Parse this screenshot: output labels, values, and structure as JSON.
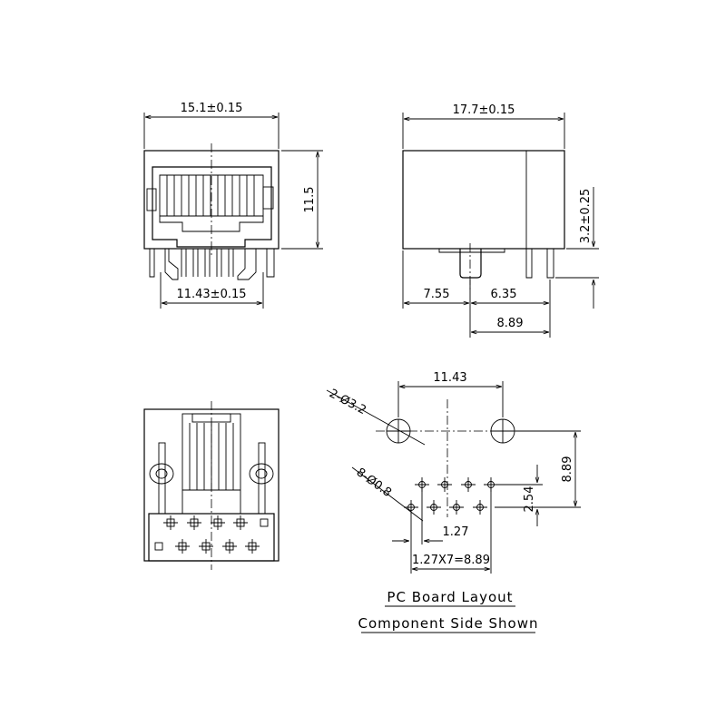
{
  "front_view": {
    "width_label": "15.1±0.15",
    "height_label": "11.5",
    "pin_span_label": "11.43±0.15"
  },
  "side_view": {
    "length_label": "17.7±0.15",
    "post_height_label": "3.2±0.25",
    "dim_a_label": "7.55",
    "dim_b_label": "6.35",
    "dim_c_label": "8.89"
  },
  "pcb_layout": {
    "hole_span_label": "11.43",
    "mount_hole_label": "2-Ø3.2",
    "pin_hole_label": "8-Ø0.8",
    "vertical_span_label": "8.89",
    "row_pitch_label": "2.54",
    "pin_pitch_label": "1.27",
    "pin_total_label": "1.27X7=8.89",
    "caption_line1": "PC Board Layout",
    "caption_line2": "Component Side Shown"
  }
}
